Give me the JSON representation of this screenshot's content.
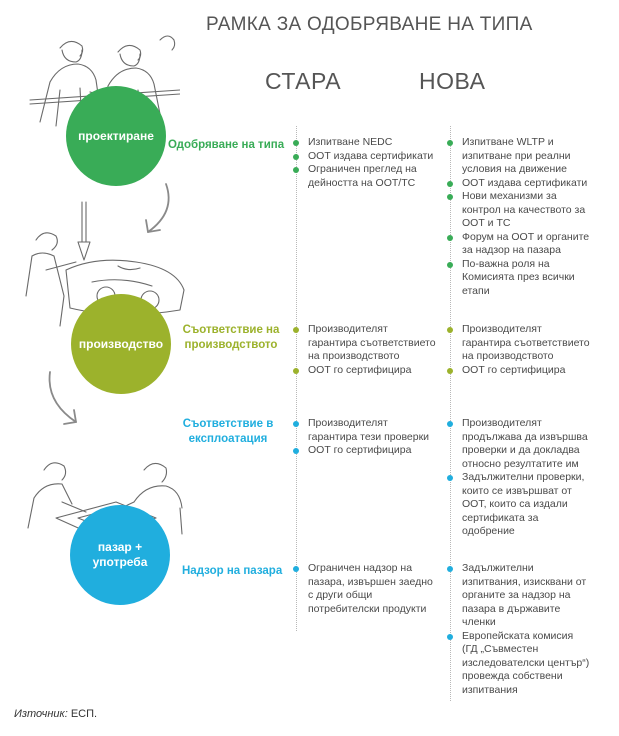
{
  "title": "РАМКА ЗА ОДОБРЯВАНЕ НА ТИПА",
  "columns": {
    "old": "СТАРА",
    "new": "НОВА"
  },
  "phases": [
    {
      "label": "проектиране",
      "color": "#39ac57"
    },
    {
      "label": "производство",
      "color": "#9cb22c"
    },
    {
      "label": "пазар + употреба",
      "color": "#20aede"
    }
  ],
  "stages": [
    {
      "label": "Одобряване на типа",
      "old": [
        "Изпитване NEDC",
        "ООТ издава сертификати",
        "Ограничен преглед на дейността на ООТ/ТС"
      ],
      "new": [
        "Изпитване WLTP и изпитване при реални условия на движение",
        "ООТ издава сертификати",
        "Нови механизми за контрол на качеството за ООТ и ТС",
        "Форум на ООТ и органите за надзор на пазара",
        "По-важна роля на Комисията през всички етапи"
      ]
    },
    {
      "label": "Съответствие на производството",
      "old": [
        "Производителят гарантира съответствието на производството",
        "ООТ го сертифицира"
      ],
      "new": [
        "Производителят гарантира съответствието на производството",
        "ООТ го сертифицира"
      ]
    },
    {
      "label": "Съответствие в експлоатация",
      "old": [
        "Производителят гарантира тези проверки",
        "ООТ го сертифицира"
      ],
      "new": [
        "Производителят продължава да извършва проверки и да докладва относно резултатите им",
        "Задължителни проверки, които се извършват от ООТ, които са издали сертификата за одобрение"
      ]
    },
    {
      "label": "Надзор на пазара",
      "old": [
        "Ограничен надзор на пазара, извършен заедно с други общи потребителски продукти"
      ],
      "new": [
        "Задължителни изпитвания, изисквани от органите за надзор на пазара в държавите членки",
        "Европейската комисия (ГД „Съвместен изследователски център“) провежда собствени изпитвания"
      ]
    }
  ],
  "source": {
    "label": "Източник:",
    "value": "ЕСП."
  }
}
